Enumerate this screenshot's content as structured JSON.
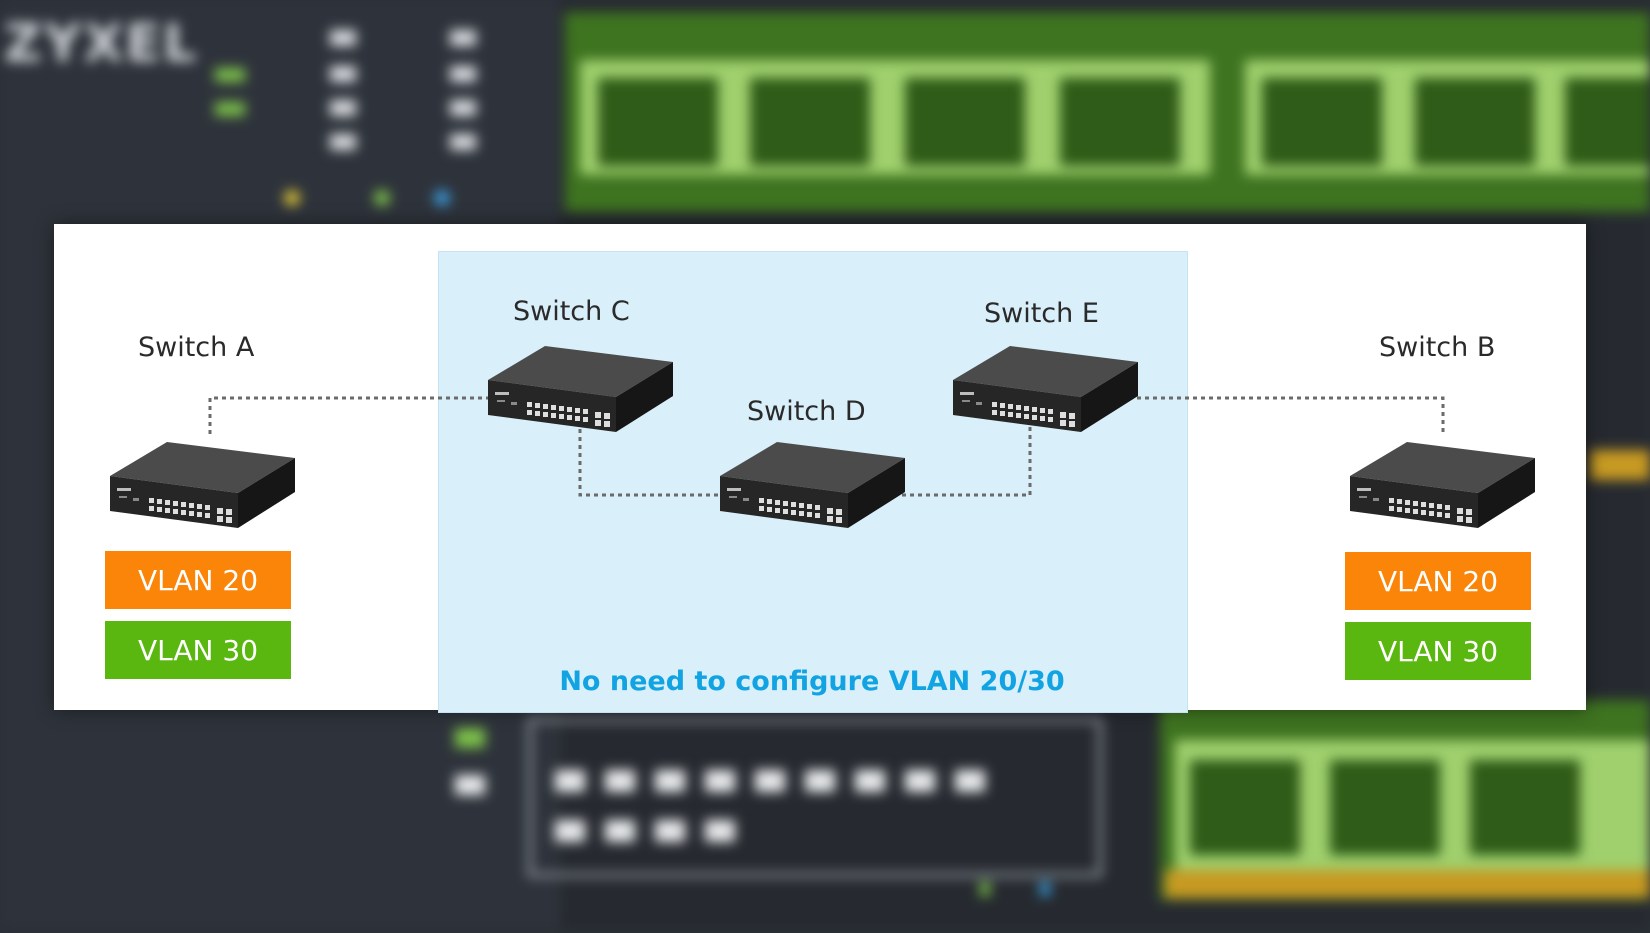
{
  "diagram": {
    "switches": {
      "a": {
        "label": "Switch A"
      },
      "b": {
        "label": "Switch B"
      },
      "c": {
        "label": "Switch C"
      },
      "d": {
        "label": "Switch D"
      },
      "e": {
        "label": "Switch E"
      }
    },
    "vlans": {
      "vlan20": "VLAN 20",
      "vlan30": "VLAN 30"
    },
    "note": "No need to configure VLAN 20/30",
    "colors": {
      "vlan20": "#fa8508",
      "vlan30": "#5ab70f",
      "note": "#12a3e2",
      "transit_zone": "#d9effa"
    }
  },
  "background": {
    "brand": "ZYXEL"
  }
}
